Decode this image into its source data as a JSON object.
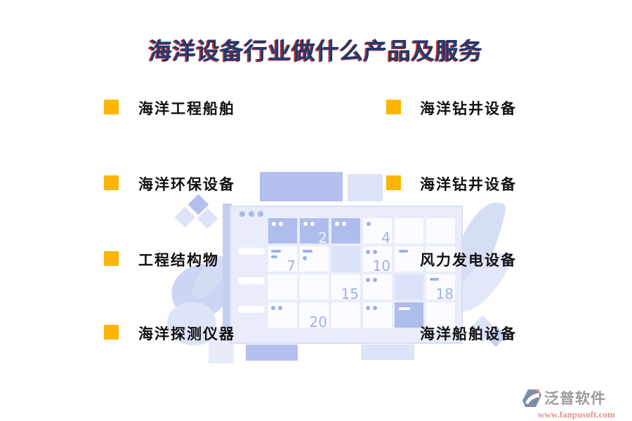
{
  "title": "海洋设备行业做什么产品及服务",
  "items": {
    "left": [
      "海洋工程船舶",
      "海洋环保设备",
      "工程结构物",
      "海洋探测仪器"
    ],
    "right": [
      "海洋钻井设备",
      "海洋钻井设备",
      "风力发电设备",
      "海洋船舶设备"
    ]
  },
  "calendar": {
    "numbers": {
      "n2": "2",
      "n4": "4",
      "n7": "7",
      "n10": "10",
      "n15": "15",
      "n18": "18",
      "n20": "20"
    }
  },
  "logo": {
    "name": "泛普软件",
    "url": "www.fanpusoft.com"
  },
  "colors": {
    "bullet": "#fcb505",
    "title_main": "#1e3a70",
    "title_shadow": "#ba0e0e",
    "lavender_dark": "#aebcee",
    "lavender_light": "#dce3f8",
    "calendar_number": "#9db0e8",
    "logo_gray": "#9b9b9b",
    "logo_url_pink": "#e0938c"
  }
}
